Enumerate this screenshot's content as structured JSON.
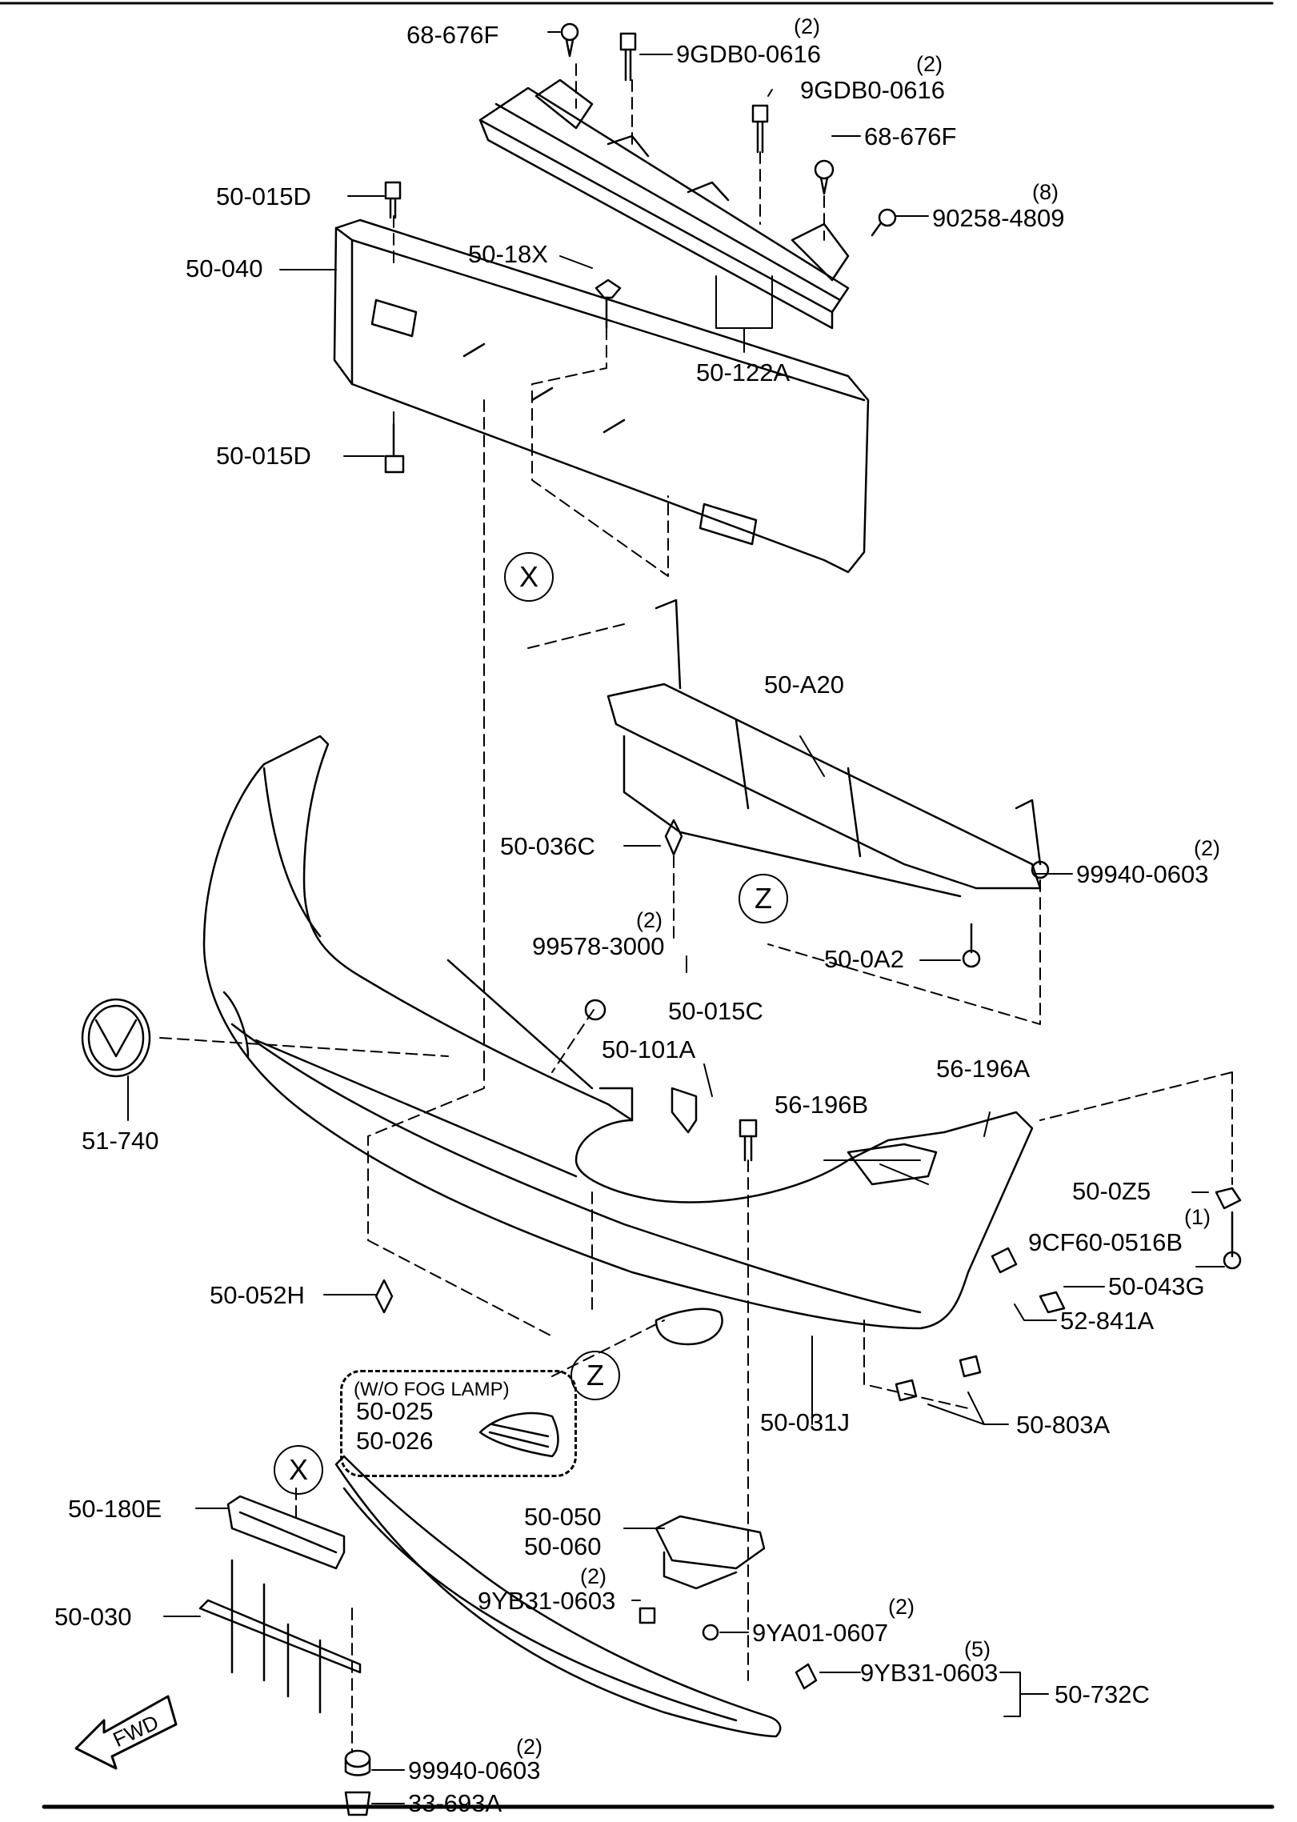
{
  "diagram": {
    "part_labels": [
      "68-676F",
      "9GDB0-0616",
      "9GDB0-0616",
      "68-676F",
      "90258-4809",
      "50-015D",
      "50-040",
      "50-18X",
      "50-122A",
      "50-015D",
      "50-A20",
      "50-036C",
      "99940-0603",
      "50-0A2",
      "99578-3000",
      "50-015C",
      "50-101A",
      "56-196B",
      "56-196A",
      "51-740",
      "50-0Z5",
      "9CF60-0516B",
      "50-043G",
      "52-841A",
      "50-052H",
      "50-031J",
      "50-803A",
      "50-025",
      "50-026",
      "50-180E",
      "50-050",
      "50-060",
      "9YB31-0603",
      "9YA01-0607",
      "50-030",
      "9YB31-0603",
      "50-732C",
      "99940-0603",
      "33-693A"
    ],
    "quantities": [
      "(2)",
      "(2)",
      "(8)",
      "(2)",
      "(2)",
      "(1)",
      "(2)",
      "(2)",
      "(5)",
      "(2)"
    ],
    "callouts": [
      "X",
      "Z",
      "Z",
      "X"
    ],
    "variant_box_title": "(W/O FOG LAMP)",
    "direction_label": "FWD"
  }
}
